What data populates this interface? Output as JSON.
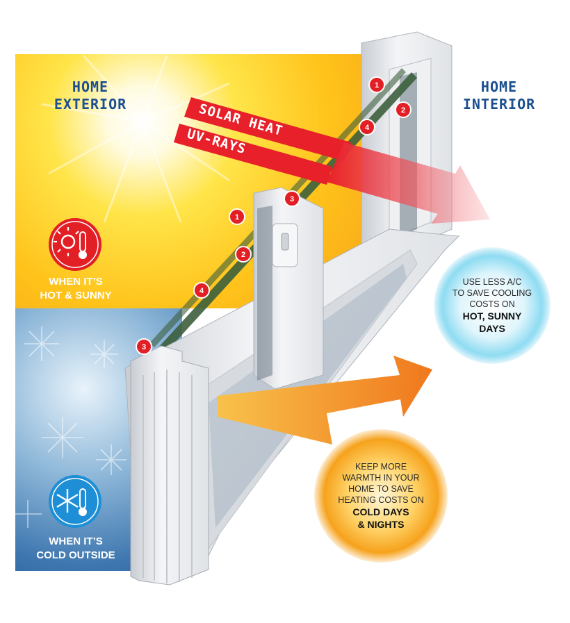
{
  "labels": {
    "home_exterior": [
      "HOME",
      "EXTERIOR"
    ],
    "home_interior": [
      "HOME",
      "INTERIOR"
    ],
    "solar_heat": "SOLAR HEAT",
    "uv_rays": "UV-RAYS",
    "hot_condition": [
      "WHEN IT’S",
      "HOT & SUNNY"
    ],
    "cold_condition": [
      "WHEN IT’S",
      "COLD OUTSIDE"
    ]
  },
  "bubbles": {
    "cooling": {
      "lines": [
        "USE LESS A/C",
        "TO SAVE COOLING",
        "COSTS ON"
      ],
      "strong": [
        "HOT, SUNNY",
        "DAYS"
      ]
    },
    "heating": {
      "lines": [
        "KEEP MORE",
        "WARMTH IN YOUR",
        "HOME TO SAVE",
        "HEATING COSTS ON"
      ],
      "strong": [
        "COLD DAYS",
        "& NIGHTS"
      ]
    }
  },
  "badges": [
    "1",
    "2",
    "3",
    "4",
    "1",
    "2",
    "3",
    "4"
  ],
  "icons": {
    "hot": "sun-thermometer-icon",
    "cold": "snowflake-thermometer-icon"
  },
  "colors": {
    "heading_blue": "#1b4f8f",
    "badge_red": "#e31f26",
    "ribbon_red": "#e8202a",
    "warm_bubble": "#f6a21c",
    "cool_bubble": "#6fd0ee"
  }
}
